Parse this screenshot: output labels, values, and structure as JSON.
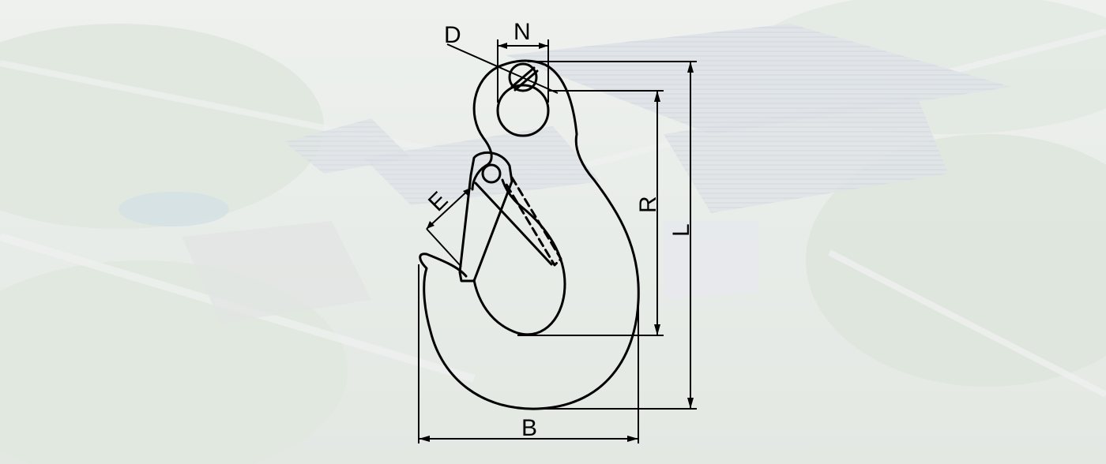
{
  "diagram": {
    "labels": {
      "D": "D",
      "N": "N",
      "R": "R",
      "L": "L",
      "E": "E",
      "B": "B"
    }
  },
  "colors": {
    "line": "#000000",
    "background_tint": "#e9eeea"
  }
}
